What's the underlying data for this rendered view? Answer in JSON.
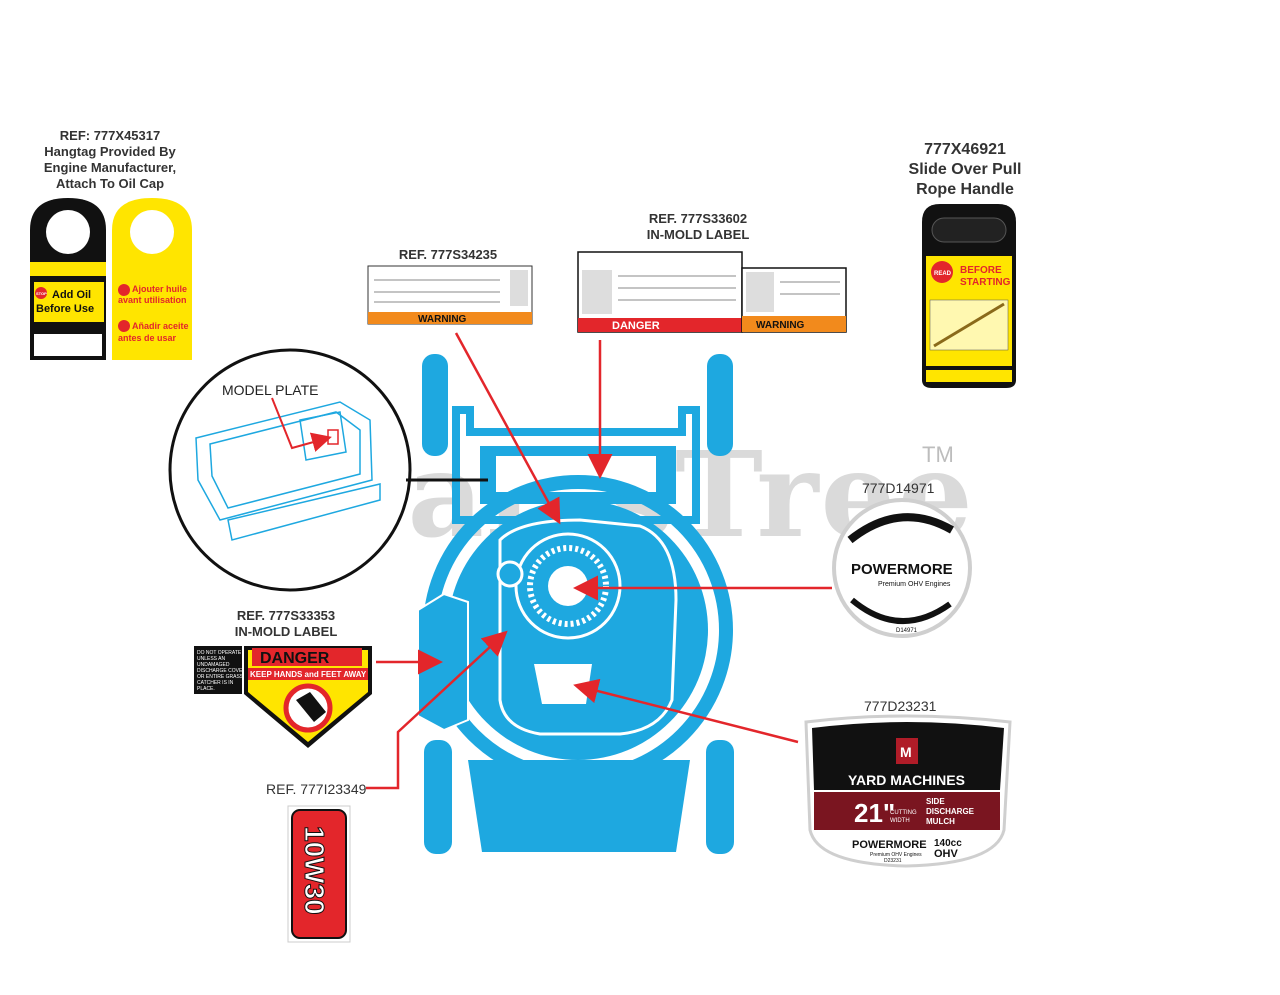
{
  "watermark": {
    "text": "PartsTree",
    "tm": "TM"
  },
  "hangtag": {
    "caption_lines": [
      "REF: 777X45317",
      "Hangtag Provided By",
      "Engine Manufacturer,",
      "Attach To Oil Cap"
    ],
    "black_text": [
      "Add Oil",
      "Before Use"
    ],
    "yellow_text_1": [
      "Ajouter huile",
      "avant utilisation"
    ],
    "yellow_text_2": [
      "Añadir aceite",
      "antes de usar"
    ],
    "stop": "STOP"
  },
  "warning_label": {
    "caption": "REF. 777S34235",
    "header": "WARNING"
  },
  "inmold_top": {
    "caption_lines": [
      "REF. 777S33602",
      "IN-MOLD LABEL"
    ],
    "danger": "DANGER",
    "warning": "WARNING"
  },
  "pull_handle": {
    "caption_lines": [
      "777X46921",
      "Slide Over Pull",
      "Rope Handle"
    ],
    "read": "READ",
    "before": "BEFORE",
    "starting": "STARTING"
  },
  "model_plate": {
    "label": "MODEL PLATE"
  },
  "powermore_badge": {
    "caption": "777D14971",
    "brand": "POWERMORE",
    "tagline": "Premium OHV Engines",
    "code": "D14971"
  },
  "inmold_side": {
    "caption_lines": [
      "REF. 777S33353",
      "IN-MOLD LABEL"
    ],
    "danger": "DANGER",
    "keep": "KEEP HANDS and FEET AWAY",
    "note_lines": [
      "DO NOT OPERATE",
      "UNLESS AN",
      "UNDAMAGED",
      "DISCHARGE COVER",
      "OR ENTIRE GRASS",
      "CATCHER IS IN",
      "PLACE."
    ]
  },
  "oil_label": {
    "caption": "REF. 777I23349",
    "text": "10W30"
  },
  "yard_badge": {
    "caption": "777D23231",
    "brand": "YARD MACHINES",
    "size": "21\"",
    "cutting": "CUTTING",
    "width": "WIDTH",
    "side": "SIDE",
    "discharge": "DISCHARGE",
    "mulch": "MULCH",
    "engine_brand": "POWERMORE",
    "engine_tag": "Premium OHV Engines",
    "cc": "140cc",
    "ohv": "OHV",
    "code": "D23231"
  },
  "colors": {
    "mower_blue": "#1ea8e0",
    "arrow_red": "#e3262b",
    "danger_red": "#e3262b",
    "yellow": "#ffe500"
  }
}
